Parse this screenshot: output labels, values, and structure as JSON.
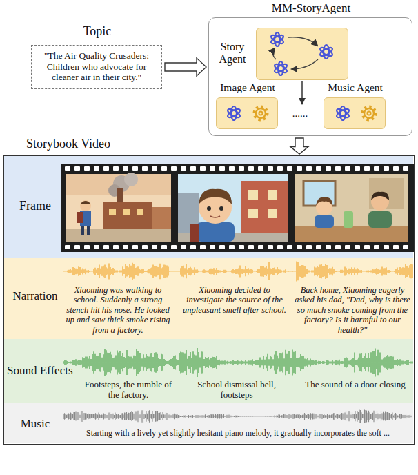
{
  "diagram": {
    "nodes": [
      {
        "text": [
          "Topic",
          "\"The Air Quality Crusaders: Children who advocate for cleaner air in their city.\""
        ]
      },
      {
        "text": [
          "MM-StoryAgent"
        ]
      },
      {
        "text": [
          "Story Agent"
        ],
        "in": 1
      },
      {
        "text": [
          "Image Agent"
        ],
        "in": 1
      },
      {
        "text": [
          "Music Agent"
        ],
        "in": 1
      },
      {
        "text": [
          "Storybook Video"
        ]
      },
      {
        "text": [
          "Frame"
        ],
        "in": 5
      },
      {
        "text": [
          "Narration",
          "Xiaoming was walking to school. Suddenly a strong stench hit his nose. He looked up and saw thick smoke rising from a factory.",
          "Xiaoming decided to investigate the source of the unpleasant smell after school.",
          "Back home, Xiaoming eagerly asked his dad, \"Dad, why is there so much smoke coming from the factory? Is it harmful to our health?\""
        ],
        "in": 5
      },
      {
        "text": [
          "Sound Effects",
          "Footsteps, the rumble of the factory.",
          "School dismissal bell, footsteps",
          "The sound of a door closing"
        ],
        "in": 5
      },
      {
        "text": [
          "Music",
          "Starting with a lively yet slightly hesitant piano melody, it gradually incorporates the soft ..."
        ],
        "in": 5
      }
    ],
    "edges": [
      {
        "from": 0,
        "to": 1,
        "arrow": "to"
      },
      {
        "from": 1,
        "to": 5,
        "arrow": "to"
      }
    ],
    "labels": [
      "......"
    ]
  }
}
